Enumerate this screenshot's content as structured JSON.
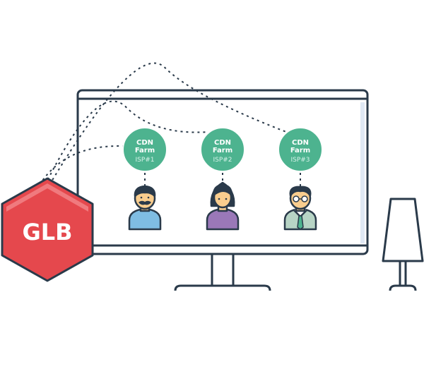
{
  "diagram": {
    "balancer": {
      "label": "GLB",
      "color": "#e5484d"
    },
    "cdn_nodes": [
      {
        "line1": "CDN",
        "line2": "Farm",
        "isp": "ISP#1",
        "user_icon": "user-mustache-icon",
        "shirt_color": "#7fbde3"
      },
      {
        "line1": "CDN",
        "line2": "Farm",
        "isp": "ISP#2",
        "user_icon": "user-woman-icon",
        "shirt_color": "#9a78b8"
      },
      {
        "line1": "CDN",
        "line2": "Farm",
        "isp": "ISP#3",
        "user_icon": "user-glasses-tie-icon",
        "shirt_color": "#b7d4c5"
      }
    ],
    "colors": {
      "node_fill": "#4db38f",
      "outline": "#2a3a4a",
      "skin": "#f9cd8e",
      "hair": "#2a3a4a"
    },
    "icons": [
      "monitor-icon",
      "desk-lamp-icon"
    ]
  }
}
